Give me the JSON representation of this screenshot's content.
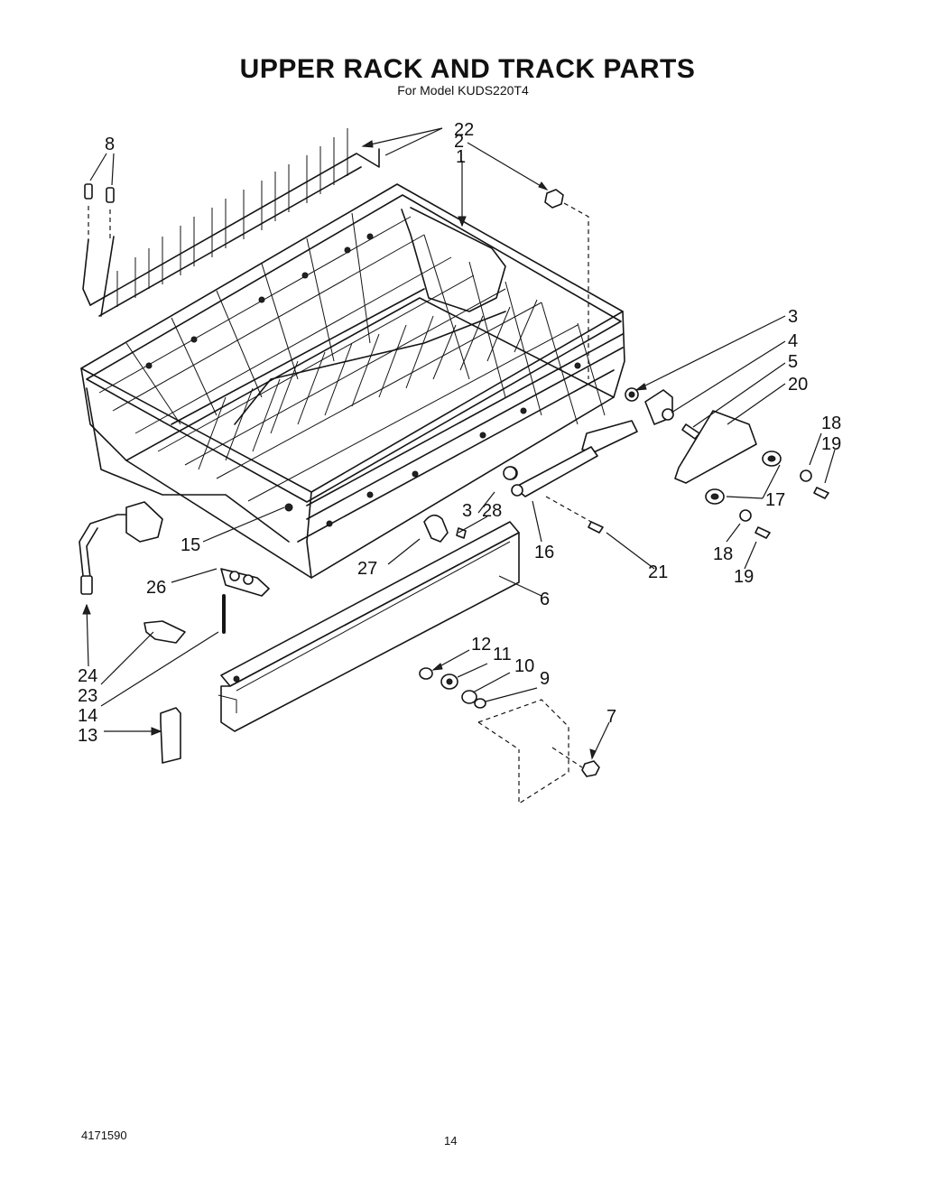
{
  "header": {
    "title": "UPPER RACK AND TRACK PARTS",
    "subtitle": "For Model KUDS220T4"
  },
  "footer": {
    "code": "4171590",
    "page": "14"
  },
  "callouts": {
    "c1": "1",
    "c2": "2",
    "c3a": "3",
    "c3b": "3",
    "c4": "4",
    "c5": "5",
    "c6": "6",
    "c7": "7",
    "c8": "8",
    "c9": "9",
    "c10": "10",
    "c11": "11",
    "c12": "12",
    "c13": "13",
    "c14": "14",
    "c15": "15",
    "c16": "16",
    "c17": "17",
    "c18a": "18",
    "c18b": "18",
    "c19a": "19",
    "c19b": "19",
    "c20": "20",
    "c21": "21",
    "c22": "22",
    "c23": "23",
    "c24": "24",
    "c26": "26",
    "c27": "27",
    "c28": "28"
  },
  "colors": {
    "ink": "#151515",
    "paper": "#ffffff"
  }
}
